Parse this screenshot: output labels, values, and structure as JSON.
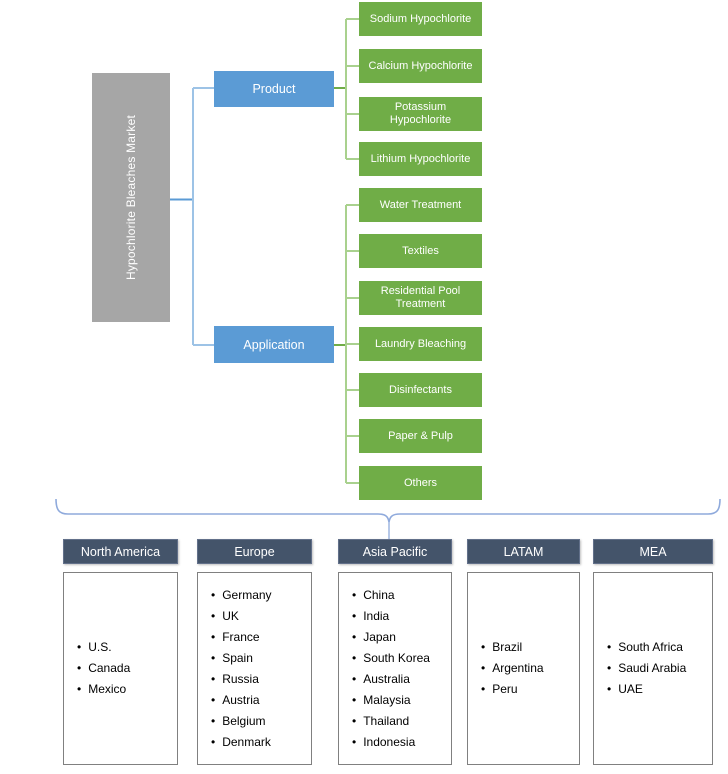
{
  "diagram": {
    "root_label": "Hypochlorite Bleaches Market",
    "branches": [
      {
        "label": "Product",
        "children": [
          "Sodium Hypochlorite",
          "Calcium Hypochlorite",
          "Potassium Hypochlorite",
          "Lithium Hypochlorite"
        ]
      },
      {
        "label": "Application",
        "children": [
          "Water Treatment",
          "Textiles",
          "Residential Pool Treatment",
          "Laundry Bleaching",
          "Disinfectants",
          "Paper & Pulp",
          "Others"
        ]
      }
    ]
  },
  "regions": [
    {
      "label": "North America",
      "countries": [
        "U.S.",
        "Canada",
        "Mexico"
      ]
    },
    {
      "label": "Europe",
      "countries": [
        "Germany",
        "UK",
        "France",
        "Spain",
        "Russia",
        "Austria",
        "Belgium",
        "Denmark"
      ]
    },
    {
      "label": "Asia Pacific",
      "countries": [
        "China",
        "India",
        "Japan",
        "South Korea",
        "Australia",
        "Malaysia",
        "Thailand",
        "Indonesia"
      ]
    },
    {
      "label": "LATAM",
      "countries": [
        "Brazil",
        "Argentina",
        "Peru"
      ]
    },
    {
      "label": "MEA",
      "countries": [
        "South Africa",
        "Saudi Arabia",
        "UAE"
      ]
    }
  ],
  "bullet_glyph": "•",
  "colors": {
    "leaf_green": "#70ad47",
    "leaf_connector_green": "#a9d18e",
    "branch_blue": "#5b9bd5",
    "connector_blue": "#9dc3e6",
    "root_gray": "#a6a6a6",
    "region_header_dark": "#44546a",
    "brace_blue": "#8faadc",
    "list_border_gray": "#808080"
  }
}
